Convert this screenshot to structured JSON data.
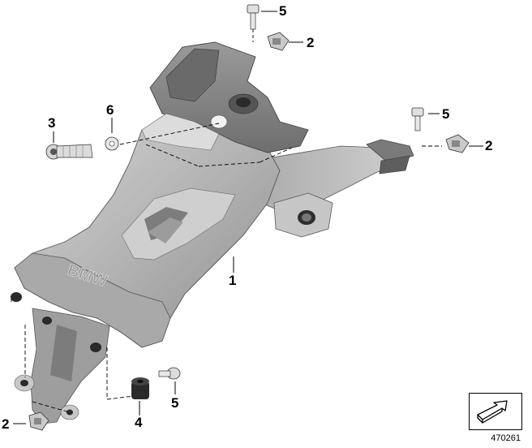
{
  "callouts": [
    {
      "id": "c5a",
      "label": "5"
    },
    {
      "id": "c2a",
      "label": "2"
    },
    {
      "id": "c3",
      "label": "3"
    },
    {
      "id": "c6",
      "label": "6"
    },
    {
      "id": "c5b",
      "label": "5"
    },
    {
      "id": "c2b",
      "label": "2"
    },
    {
      "id": "c1",
      "label": "1"
    },
    {
      "id": "c2c",
      "label": "2"
    },
    {
      "id": "c4",
      "label": "4"
    },
    {
      "id": "c5c",
      "label": "5"
    }
  ],
  "diagram_id": "470261",
  "embossed_logo": "BMW",
  "colors": {
    "part_fill": "#b9b9b9",
    "part_dark": "#8a8a8a",
    "part_light": "#dcdcdc",
    "line": "#000000"
  },
  "icons": {
    "navigation": "navigation-arrow-icon"
  }
}
